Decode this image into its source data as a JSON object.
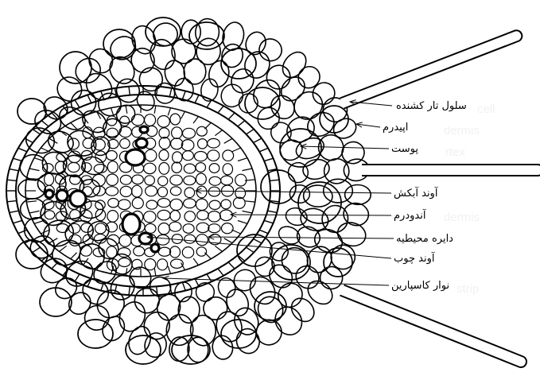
{
  "labels": {
    "root_hair_cell": "سلول تار کشنده",
    "epidermis": "اپیدرم",
    "cortex": "پوست",
    "phloem": "آوند آبکش",
    "endodermis": "آندودرم",
    "pericycle": "دایره محیطیه",
    "xylem": "آوند چوب",
    "casparian_strip": "نوار کاسپارین"
  },
  "ghost_labels": {
    "cell": "cell",
    "epidermis": "dermis",
    "cortex": "rtex",
    "endodermis": "dermis",
    "strip": "strip"
  },
  "colors": {
    "stroke": "#000000",
    "background": "#ffffff",
    "ghost_text": "#f1f1f1"
  }
}
